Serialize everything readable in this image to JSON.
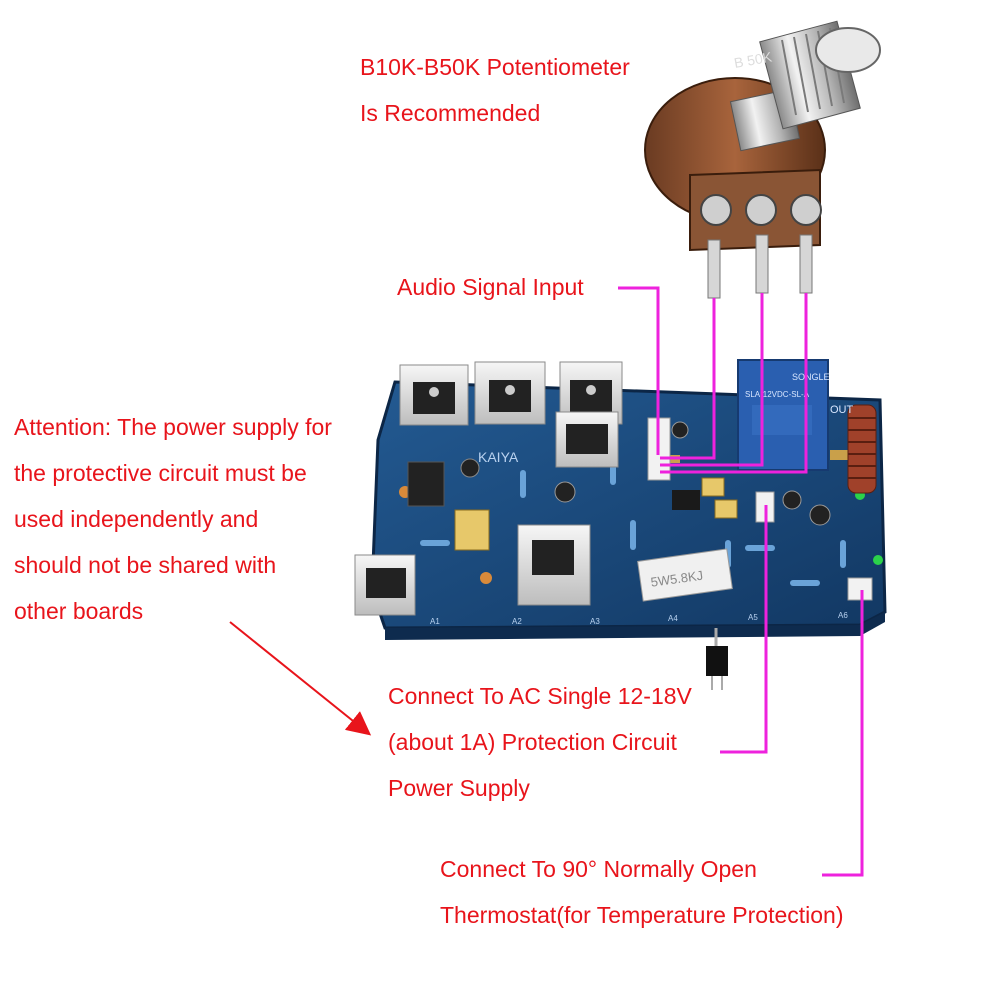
{
  "labels": {
    "potentiometer": [
      "B10K-B50K Potentiometer",
      "Is Recommended"
    ],
    "audio_input": [
      "Audio Signal Input"
    ],
    "attention": [
      "Attention: The power supply for",
      "the protective circuit must be",
      "used independently and",
      "should not be shared with",
      "other boards"
    ],
    "protection_power": [
      "Connect To AC Single 12-18V",
      "(about 1A) Protection Circuit",
      "Power Supply"
    ],
    "thermostat": [
      "Connect To 90° Normally Open",
      "Thermostat(for Temperature Protection)"
    ]
  },
  "board": {
    "silkscreen_brand": "KAIYA",
    "resistor_marking": "5W5.8KJ",
    "relay_marking": "SONGLE",
    "relay_model": "SLA-12VDC-SL-A",
    "pot_marking": "B 50K",
    "out_marking": "OUT",
    "sink_labels": [
      "A1",
      "A2",
      "A3",
      "A4",
      "A5",
      "A6"
    ]
  },
  "colors": {
    "label_text": "#e8141b",
    "leader_line": "#ee22dd",
    "pcb": "#1c4c80",
    "heatsink": "#e6e6e6",
    "relay": "#2a5fb0"
  }
}
